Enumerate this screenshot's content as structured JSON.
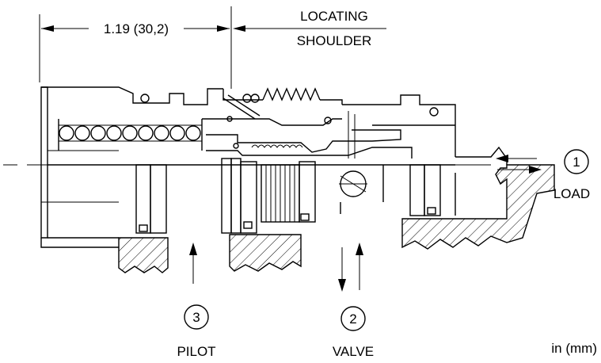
{
  "dimension": {
    "text": "1.19 (30,2)"
  },
  "locating_shoulder": {
    "line1": "LOCATING",
    "line2": "SHOULDER"
  },
  "ports": [
    {
      "number": "1",
      "label": "LOAD"
    },
    {
      "number": "2",
      "label": "VALVE"
    },
    {
      "number": "3",
      "label": "PILOT"
    }
  ],
  "units": "in (mm)"
}
